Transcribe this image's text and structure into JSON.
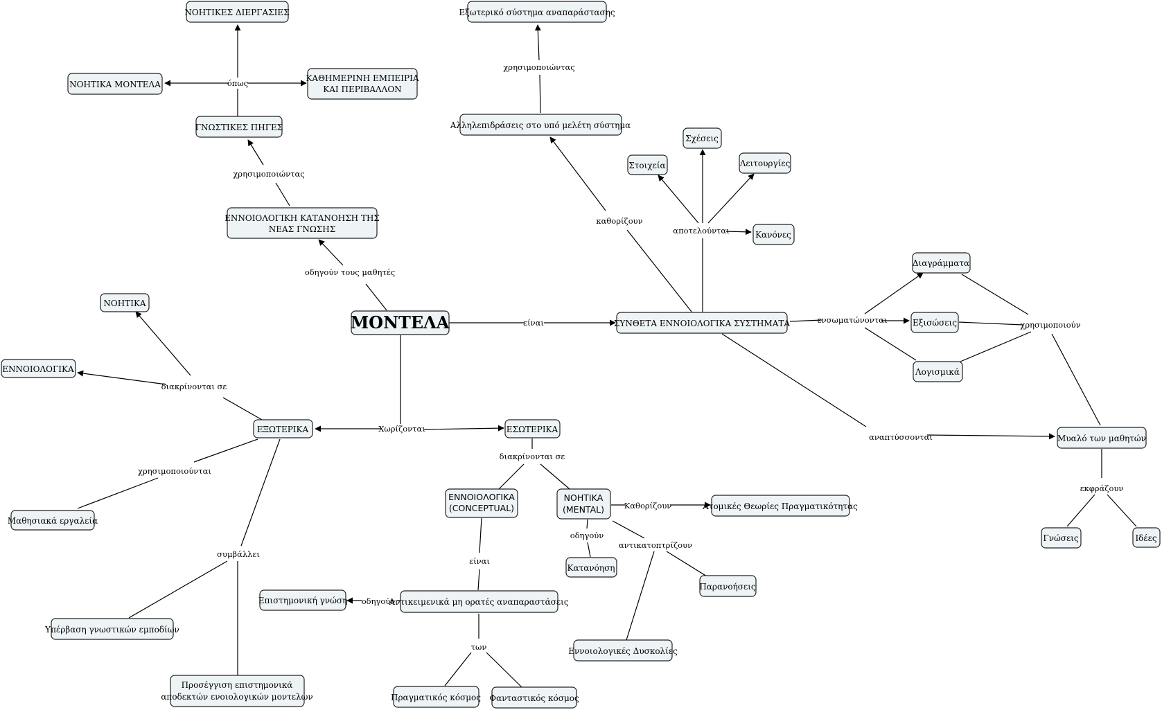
{
  "concept_map": {
    "nodes": {
      "montela": "ΜΟΝΤΕΛΑ",
      "synthetа": "ΣΥΝΘΕΤΑ ΕΝΝΟΙΟΛΟΓΙΚΑ ΣΥΣΤΗΜΑΤΑ",
      "ennoiologiki_katanoisi": [
        "ΕΝΝΟΙΟΛΟΓΙΚΗ ΚΑΤΑΝΟΗΣΗ ΤΗΣ",
        "ΝΕΑΣ ΓΝΩΣΗΣ"
      ],
      "gnostikes_piges": "ΓΝΩΣΤΙΚΕΣ ΠΗΓΕΣ",
      "noitikes_diergasies": "ΝΟΗΤΙΚΕΣ ΔΙΕΡΓΑΣΙΕΣ",
      "noitika_montela": "ΝΟΗΤΙΚΑ ΜΟΝΤΕΛΑ",
      "kathimerini": [
        "ΚΑΘΗΜΕΡΙΝΗ ΕΜΠΕΙΡΙΑ",
        "ΚΑΙ ΠΕΡΙΒΑΛΛΟΝ"
      ],
      "noitika": "ΝΟΗΤΙΚΑ",
      "ennoiologika": "ΕΝΝΟΙΟΛΟΓΙΚΑ",
      "exoterika_left": "ΕΞΩΤΕΡΙΚΑ",
      "esoterika": "ΕΣΩΤΕΡΙΚΑ",
      "mathisiaka": "Μαθησιακά εργαλεία",
      "ypervasi": "Υπέρβαση γνωστικών εμποδίων",
      "proseggisi": [
        "Προσέγγιση επιστημονικά",
        "αποδεκτών ενοιολογικών μοντελων"
      ],
      "ennoiologika_conceptual": [
        "ΕΝΝΟΙΟΛΟΓΙΚΑ",
        "(CONCEPTUAL)"
      ],
      "noitika_mental": [
        "ΝΟΗΤΙΚΑ",
        "(MENTAL)"
      ],
      "atomikes": "Ατομικές Θεωρίες Πραγματικότητας",
      "katanoisi": "Κατανόηση",
      "paranoiseis": "Παρανοήσεις",
      "ennoiologikes_dyskolies": "Εννοιολογικές Δυσκολίες",
      "antikeimenika": "Αντικειμενικά μη ορατές αναπαραστάσεις",
      "epistimoniki": "Επιστημονική γνώση",
      "pragmatikos": "Πραγματικός κόσμος",
      "fantastikos": "Φανταστικός κόσμος",
      "exoteriko_systima": "Εξωτερικό σύστημα αναπαράστασης",
      "allilepidraseis": "Αλληλεπιδράσεις στο υπό μελέτη σύστημα",
      "stoixeia": "Στοιχεία",
      "scheseis": "Σχέσεις",
      "leitourgies": "Λειτουργίες",
      "kanones": "Κανόνες",
      "diagrammata": "Διαγράμματα",
      "exisoseis": "Εξισώσεις",
      "logismika": "Λογισμικά",
      "myalo": "Μυαλό των μαθητών",
      "gnoseis": "Γνώσεις",
      "idees": "Ιδέες"
    },
    "links": {
      "odigoun_tous_mathites": "οδηγούν τους μαθητές",
      "xrisimopoiontas_1": "χρησιμοποιώντας",
      "opos": "όπως",
      "diakrinontai_se_1": "διακρίνονται σε",
      "xrisimopoiountai": "χρησιμοποιούνται",
      "symvallei": "συμβάλλει",
      "xorizontai": "Χωρίζονται",
      "diakrinontai_se_2": "διακρίνονται σε",
      "einai_1": "είναι",
      "einai_2": "είναι",
      "kathorizoun_1": "Καθορίζουν",
      "odigoun_1": "οδηγούν",
      "antikatoptrizoun": "αντικατοπτρίζουν",
      "odigoun_2": "οδηγούν",
      "ton": "των",
      "xrisimopoiontas_2": "χρησιμοποιώντας",
      "kathorizoun_2": "καθορίζουν",
      "apoteloun": "αποτελούνται",
      "ensomatonontai": "ενσωματώνονται",
      "xrisimopoioun": "χρησιμοποιούν",
      "anaptyssontai": "αναπτύσσονται",
      "ekfrazoun": "εκφράζουν"
    }
  }
}
